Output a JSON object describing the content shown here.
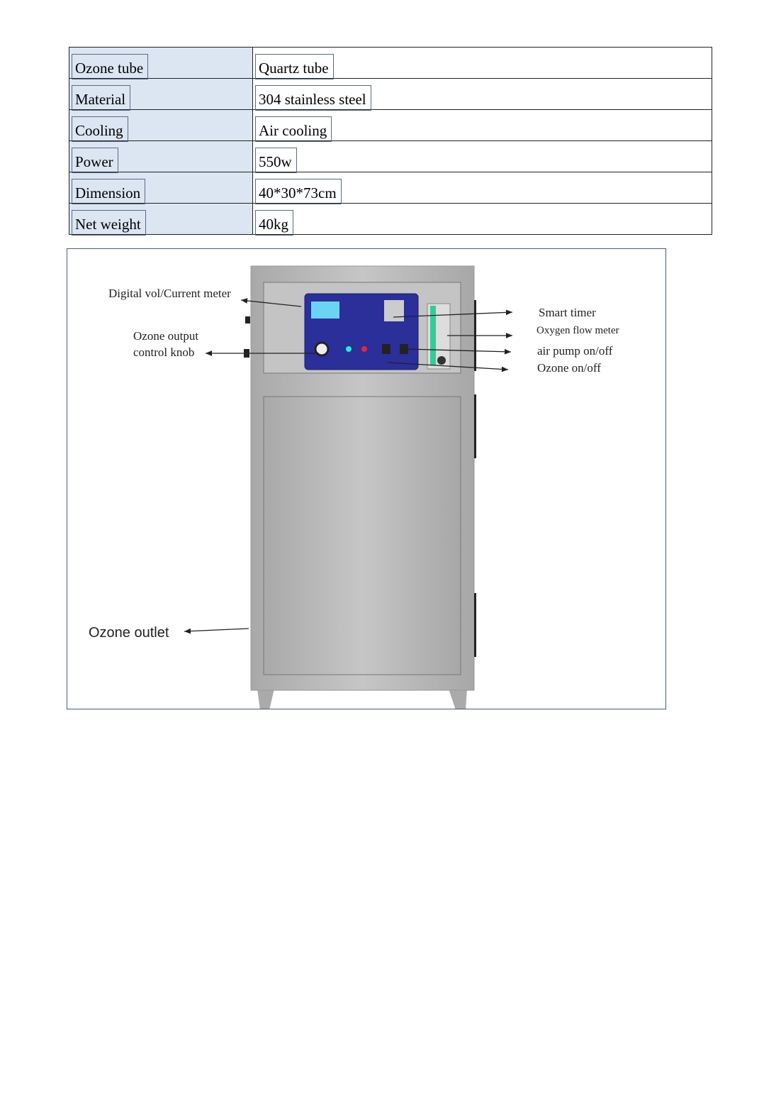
{
  "specs": [
    {
      "label": "Ozone tube",
      "value": "Quartz tube"
    },
    {
      "label": "Material",
      "value": "304 stainless steel"
    },
    {
      "label": "Cooling",
      "value": "Air cooling"
    },
    {
      "label": "Power",
      "value": "550w"
    },
    {
      "label": "Dimension",
      "value": "40*30*73cm"
    },
    {
      "label": "Net weight",
      "value": "40kg"
    }
  ],
  "figure": {
    "labels": {
      "meter": "Digital vol/Current meter",
      "knob_line1": "Ozone output",
      "knob_line2": "control knob",
      "timer": "Smart timer",
      "flow": "Oxygen flow meter",
      "pump": "air pump on/off",
      "ozone": "Ozone on/off",
      "outlet": "Ozone outlet"
    },
    "panel_color": "#2a2f9a",
    "body_color": "#b9b9b9"
  }
}
